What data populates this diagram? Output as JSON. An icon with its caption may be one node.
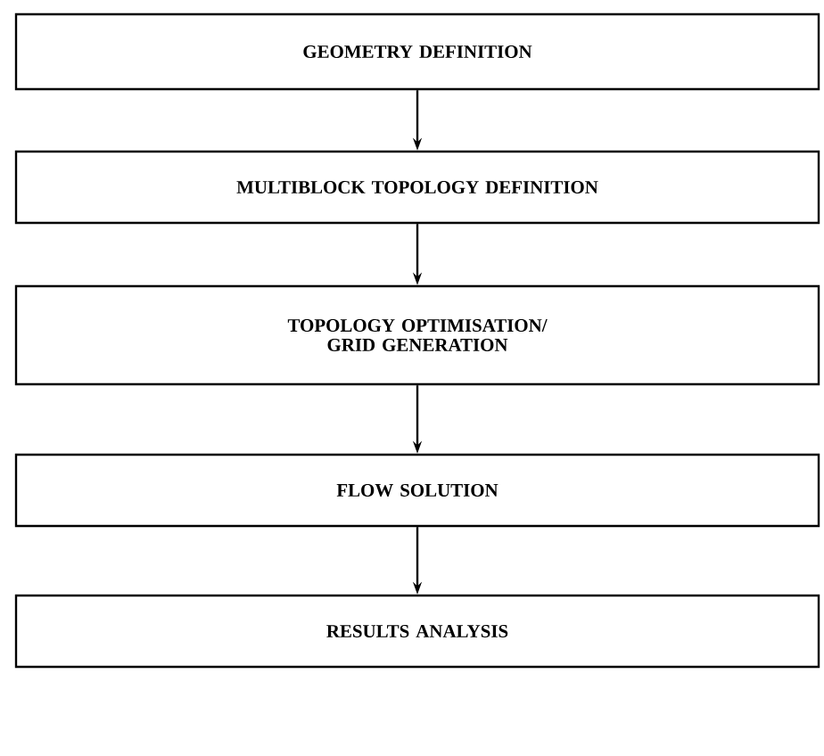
{
  "diagram": {
    "nodes": [
      {
        "text": [
          "GEOMETRY DEFINITION"
        ]
      },
      {
        "text": [
          "MULTIBLOCK TOPOLOGY DEFINITION"
        ]
      },
      {
        "text": [
          "TOPOLOGY OPTIMISATION/ GRID GENERATION"
        ]
      },
      {
        "text": [
          "FLOW SOLUTION"
        ]
      },
      {
        "text": [
          "RESULTS ANALYSIS"
        ]
      }
    ],
    "edges": [
      {
        "from": 0,
        "to": 1,
        "arrow": "to"
      },
      {
        "from": 1,
        "to": 2,
        "arrow": "to"
      },
      {
        "from": 2,
        "to": 3,
        "arrow": "to"
      },
      {
        "from": 3,
        "to": 4,
        "arrow": "to"
      }
    ]
  }
}
